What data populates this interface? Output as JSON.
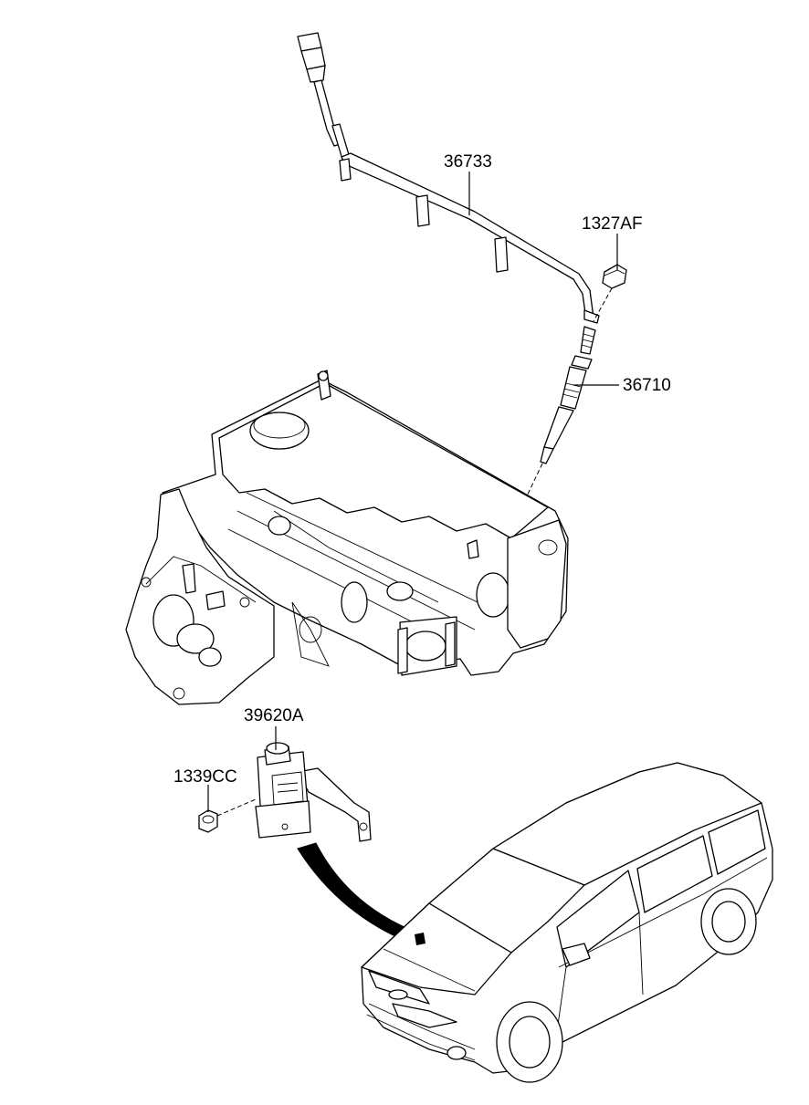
{
  "labels": {
    "wiring_harness": "36733",
    "bolt": "1327AF",
    "glow_plug": "36710",
    "control_unit": "39620A",
    "nut": "1339CC"
  }
}
